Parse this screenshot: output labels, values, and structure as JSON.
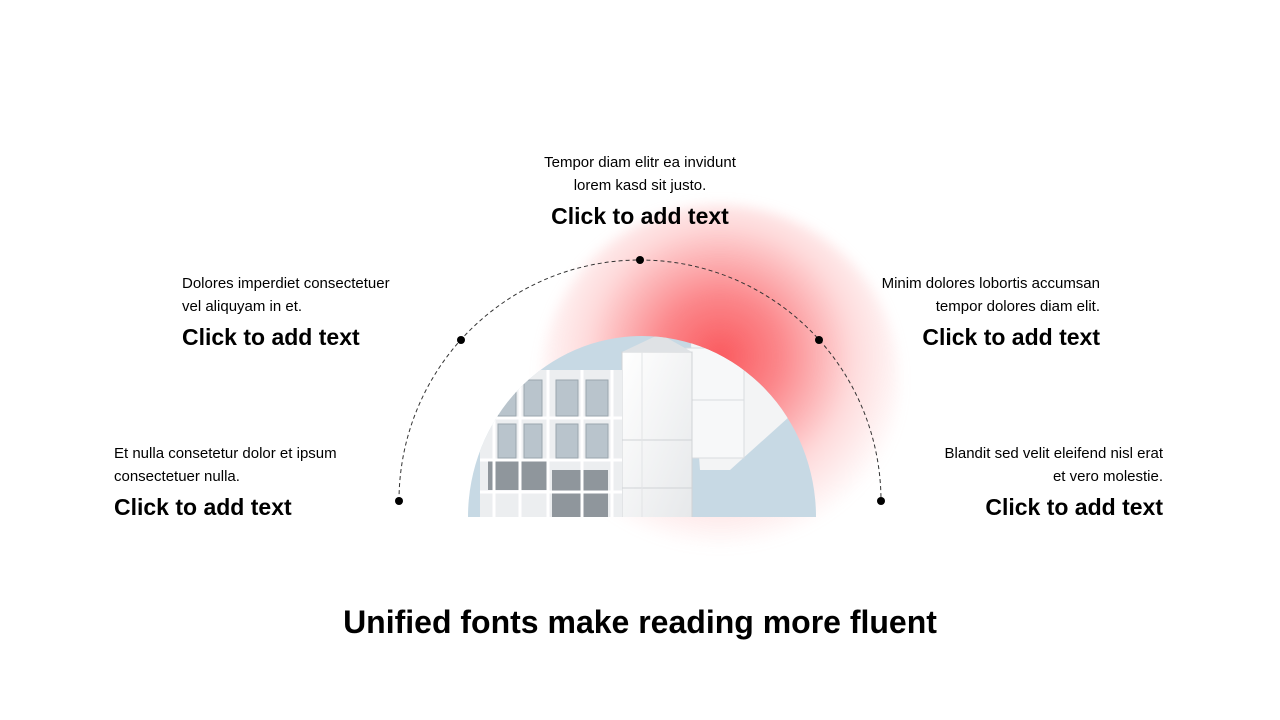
{
  "title": "Unified fonts make reading more fluent",
  "items": [
    {
      "desc_line1": "Et nulla consetetur dolor et ipsum",
      "desc_line2": "consectetuer nulla.",
      "heading": "Click to add text"
    },
    {
      "desc_line1": "Dolores imperdiet consectetuer",
      "desc_line2": "vel aliquyam in et.",
      "heading": "Click to add text"
    },
    {
      "desc_line1": "Tempor diam elitr ea invidunt",
      "desc_line2": "lorem kasd sit justo.",
      "heading": "Click to add text"
    },
    {
      "desc_line1": "Minim dolores lobortis accumsan",
      "desc_line2": "tempor dolores diam elit.",
      "heading": "Click to add text"
    },
    {
      "desc_line1": "Blandit sed velit eleifend nisl erat",
      "desc_line2": "et vero molestie.",
      "heading": "Click to add text"
    }
  ],
  "colors": {
    "accent_glow": "#fa5055",
    "sky": "#c7d9e4",
    "building": "#f2f3f4",
    "text": "#000000"
  },
  "image": {
    "subject": "building-facade-photo"
  }
}
